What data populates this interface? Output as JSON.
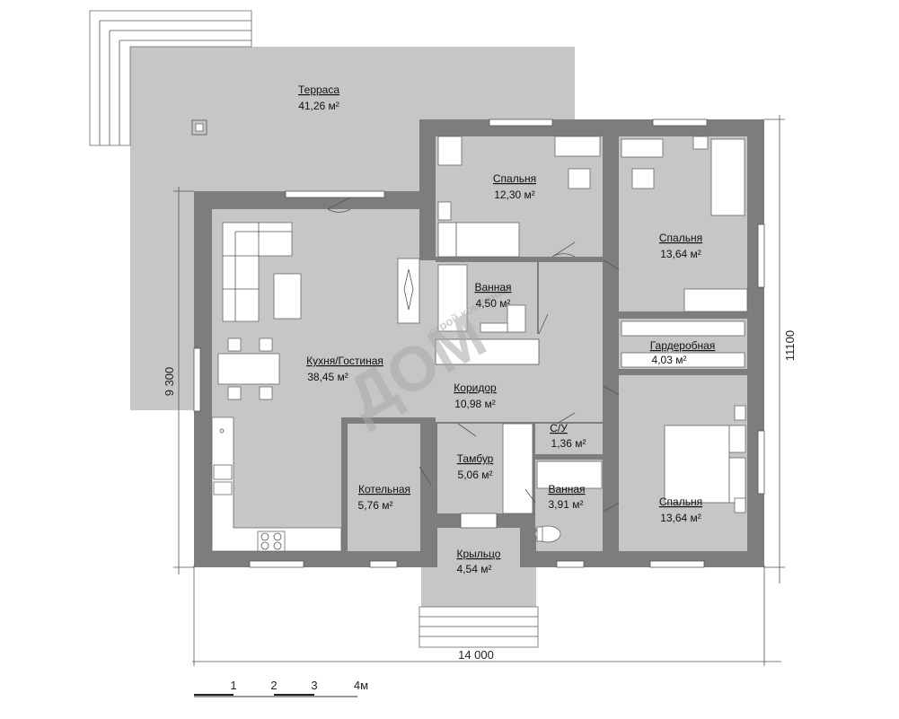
{
  "rooms": {
    "terrace": {
      "name": "Терраса",
      "area": "41,26 м²"
    },
    "bedroom_1": {
      "name": "Спальня",
      "area": "12,30 м²"
    },
    "bedroom_2": {
      "name": "Спальня",
      "area": "13,64 м²"
    },
    "bath_1": {
      "name": "Ванная",
      "area": "4,50 м²"
    },
    "wardrobe": {
      "name": "Гардеробная",
      "area": "4,03 м²"
    },
    "kitchen": {
      "name": "Кухня/Гостиная",
      "area": "38,45 м²"
    },
    "corridor": {
      "name": "Коридор",
      "area": "10,98 м²"
    },
    "wc": {
      "name": "С/У",
      "area": "1,36 м²"
    },
    "vestibule": {
      "name": "Тамбур",
      "area": "5,06 м²"
    },
    "boiler": {
      "name": "Котельная",
      "area": "5,76 м²"
    },
    "bath_2": {
      "name": "Ванная",
      "area": "3,91 м²"
    },
    "bedroom_3": {
      "name": "Спальня",
      "area": "13,64 м²"
    },
    "porch": {
      "name": "Крыльцо",
      "area": "4,54 м²"
    }
  },
  "dimensions": {
    "width": "14 000",
    "height_right": "11100",
    "height_left": "9 300"
  },
  "scale": {
    "labels": [
      "1",
      "2",
      "3",
      "4м"
    ]
  },
  "watermark": {
    "text": "ДОМ",
    "small_text": "строй компания"
  }
}
